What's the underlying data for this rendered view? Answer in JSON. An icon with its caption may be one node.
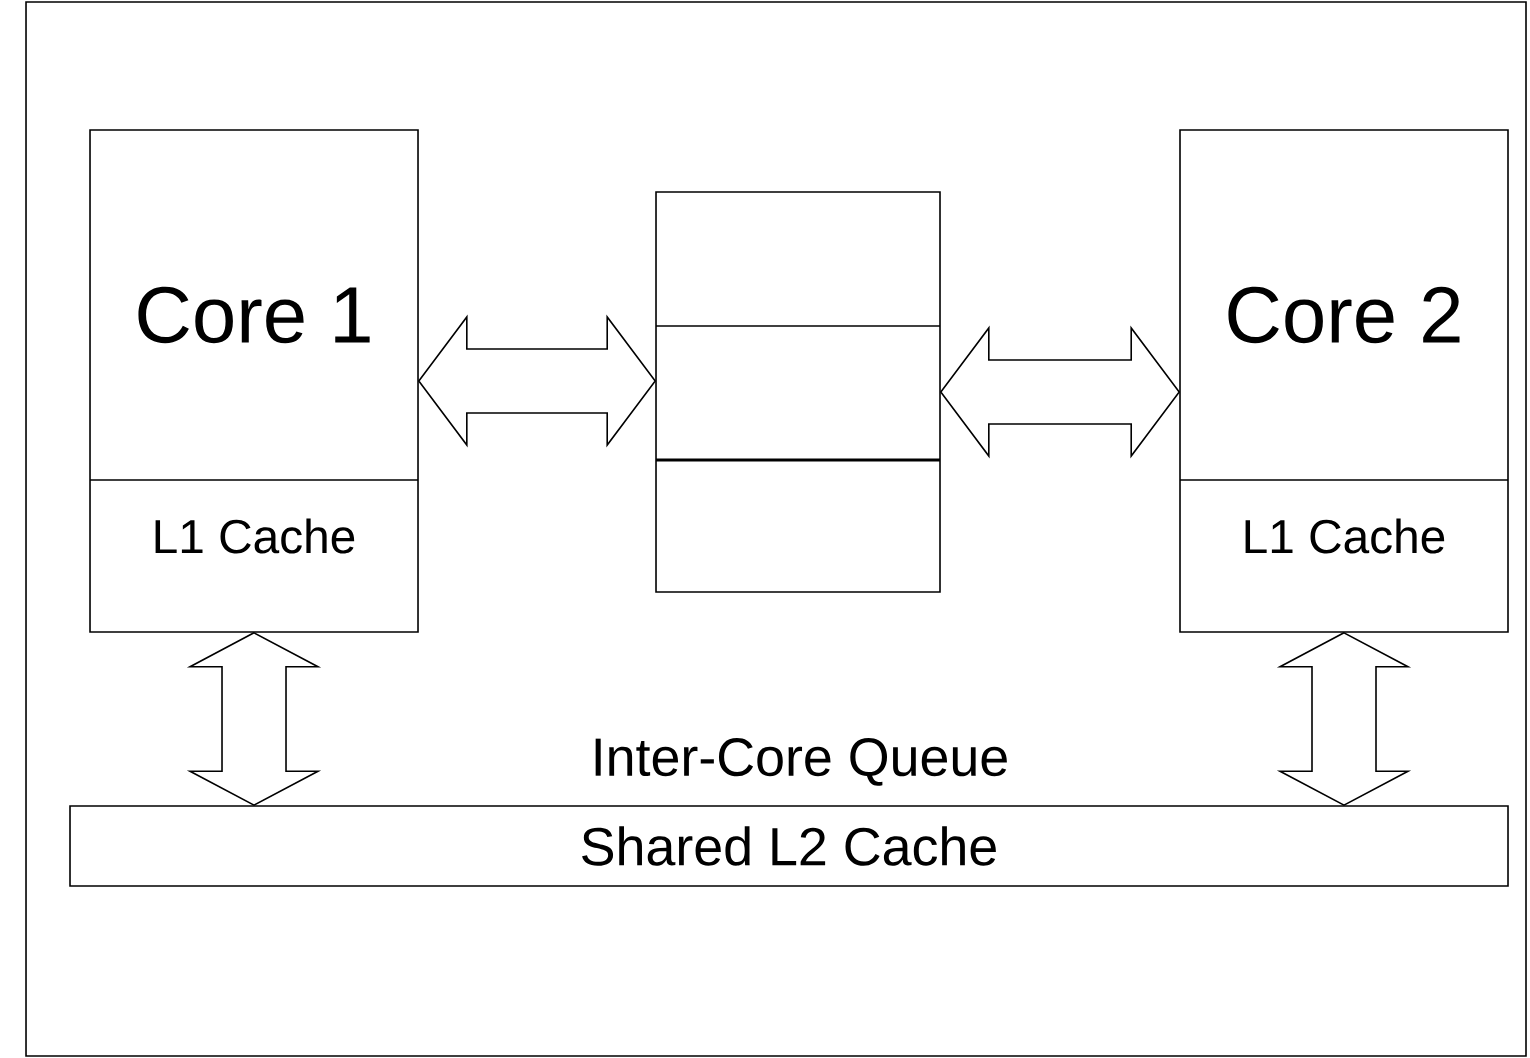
{
  "diagram": {
    "nodes": [
      {
        "text": [
          "Core 1",
          "L1 Cache"
        ]
      },
      {
        "text": [],
        "shape": "box"
      },
      {
        "text": [
          "Core 2",
          "L1 Cache"
        ]
      },
      {
        "text": [
          "Shared L2 Cache"
        ]
      }
    ],
    "edges": [
      {
        "from": 0,
        "to": 1,
        "arrow": "both"
      },
      {
        "from": 1,
        "to": 2,
        "arrow": "both"
      },
      {
        "from": 0,
        "to": 3,
        "arrow": "both"
      },
      {
        "from": 2,
        "to": 3,
        "arrow": "both"
      }
    ],
    "labels": [
      "Inter-Core Queue"
    ]
  }
}
